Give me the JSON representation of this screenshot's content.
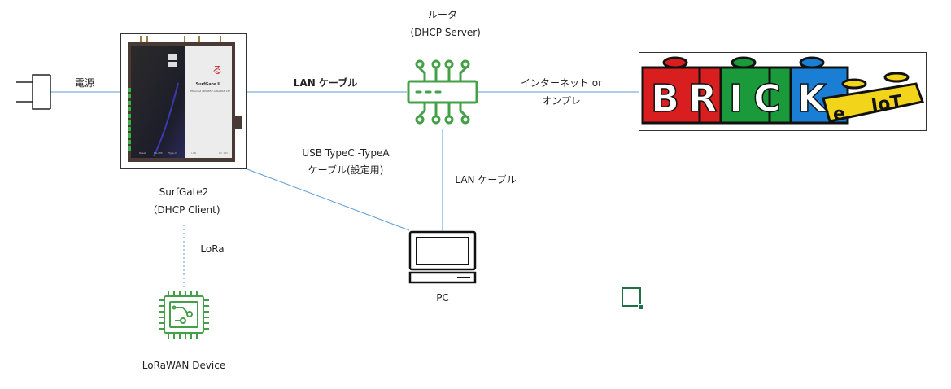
{
  "labels": {
    "power": "電源",
    "lan_cable_top": "LAN ケーブル",
    "router_title": "ルータ",
    "router_sub": "（DHCP Server)",
    "internet_line1": "インターネット or",
    "internet_line2": "オンプレ",
    "usb_line1": "USB TypeC -TypeA",
    "usb_line2": "ケーブル(設定用)",
    "lan_cable_vertical": "LAN ケーブル",
    "surfgate_name": "SurfGate2",
    "surfgate_sub": "（DHCP Client)",
    "lora": "LoRa",
    "pc": "PC",
    "lorawan_device": "LoRaWAN Device"
  },
  "device": {
    "brand_mark": "る",
    "product_name": "SurfGate II",
    "product_desc": "Ethernet / RS485 / LoRaWAN LTE",
    "port_labels": [
      "Reset",
      "RS-485",
      "Type-C",
      "LAN",
      "DC 12V"
    ]
  },
  "brick_logo": {
    "letters": [
      "B",
      "R",
      "I",
      "C",
      "K"
    ],
    "sub_letters": [
      "e",
      "IoT"
    ],
    "colors": [
      "#d81e1e",
      "#1a9a3b",
      "#1a7fd4",
      "#f2d41b"
    ]
  },
  "colors": {
    "connector_line": "#5b9bd5",
    "icon_green": "#43a047",
    "selection": "#1e7145"
  },
  "icons": {
    "power_plug": "plug-icon",
    "router": "router-circuit-icon",
    "pc": "laptop-icon",
    "lorawan": "chip-icon"
  }
}
